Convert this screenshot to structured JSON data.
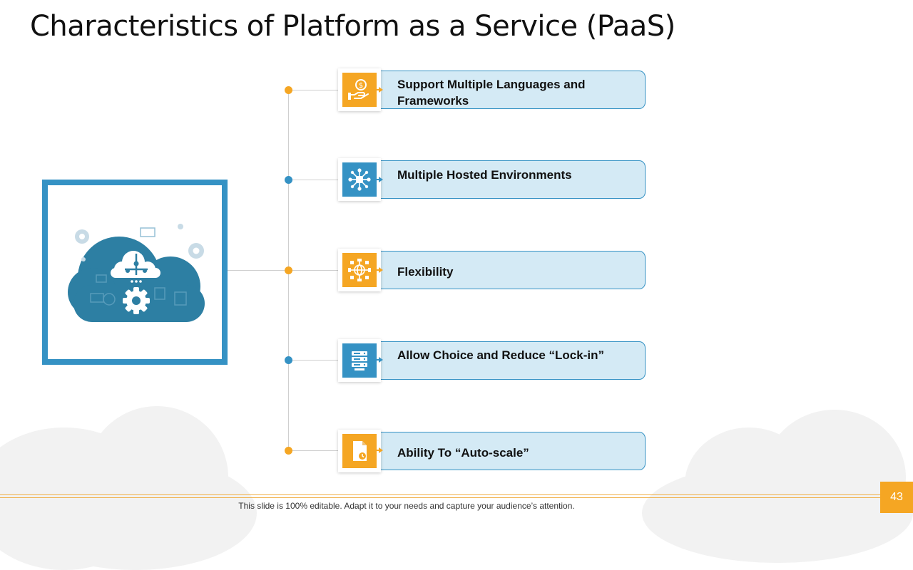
{
  "slide": {
    "title": "Characteristics of Platform as a Service (PaaS)",
    "footer_note": "This slide is 100% editable. Adapt it to your needs and capture your audience’s attention.",
    "page_number": "43"
  },
  "colors": {
    "orange": "#f5a623",
    "blue": "#3592c4",
    "card_fill": "#d4eaf5",
    "cloud_teal": "#2d7fa3"
  },
  "hero": {
    "icon": "cloud-gear-icon"
  },
  "items": [
    {
      "label": "Support Multiple Languages and Frameworks",
      "icon": "hand-dollar-icon",
      "accent": "orange"
    },
    {
      "label": "Multiple Hosted Environments",
      "icon": "network-hub-icon",
      "accent": "blue"
    },
    {
      "label": "Flexibility",
      "icon": "globe-network-icon",
      "accent": "orange"
    },
    {
      "label": "Allow Choice and Reduce “Lock-in”",
      "icon": "server-rack-icon",
      "accent": "blue"
    },
    {
      "label": "Ability To “Auto-scale”",
      "icon": "document-scale-icon",
      "accent": "orange"
    }
  ]
}
